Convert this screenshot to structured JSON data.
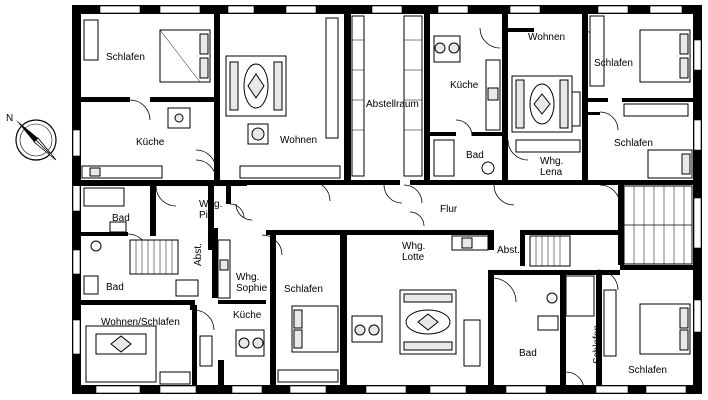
{
  "rooms": {
    "schlafen_top_left": "Schlafen",
    "wohnen_top_mid": "Wohnen",
    "abstellraum": "Abstellraum",
    "kueche_top_right": "Küche",
    "wohnen_top_right": "Wohnen",
    "schlafen_top_right": "Schlafen",
    "kueche_left": "Küche",
    "bad_mid": "Bad",
    "whg_lena_1": "Whg.",
    "whg_lena_2": "Lena",
    "schlafen_right_mid": "Schlafen",
    "bad_left": "Bad",
    "whg_pia_1": "Whg.",
    "whg_pia_2": "Pia",
    "flur": "Flur",
    "abst_left": "Abst.",
    "whg_lotte_1": "Whg.",
    "whg_lotte_2": "Lotte",
    "abst_right": "Abst.",
    "bad_left_lower": "Bad",
    "whg_sophie_1": "Whg.",
    "whg_sophie_2": "Sophie",
    "schlafen_mid_lower": "Schlafen",
    "wohnen_schlafen": "Wohnen/Schlafen",
    "kueche_lower": "Küche",
    "bad_lower_right": "Bad",
    "schlafen_vertical": "Schlafen",
    "schlafen_bottom_right": "Schlafen"
  },
  "compass": {
    "north_label": "N"
  }
}
